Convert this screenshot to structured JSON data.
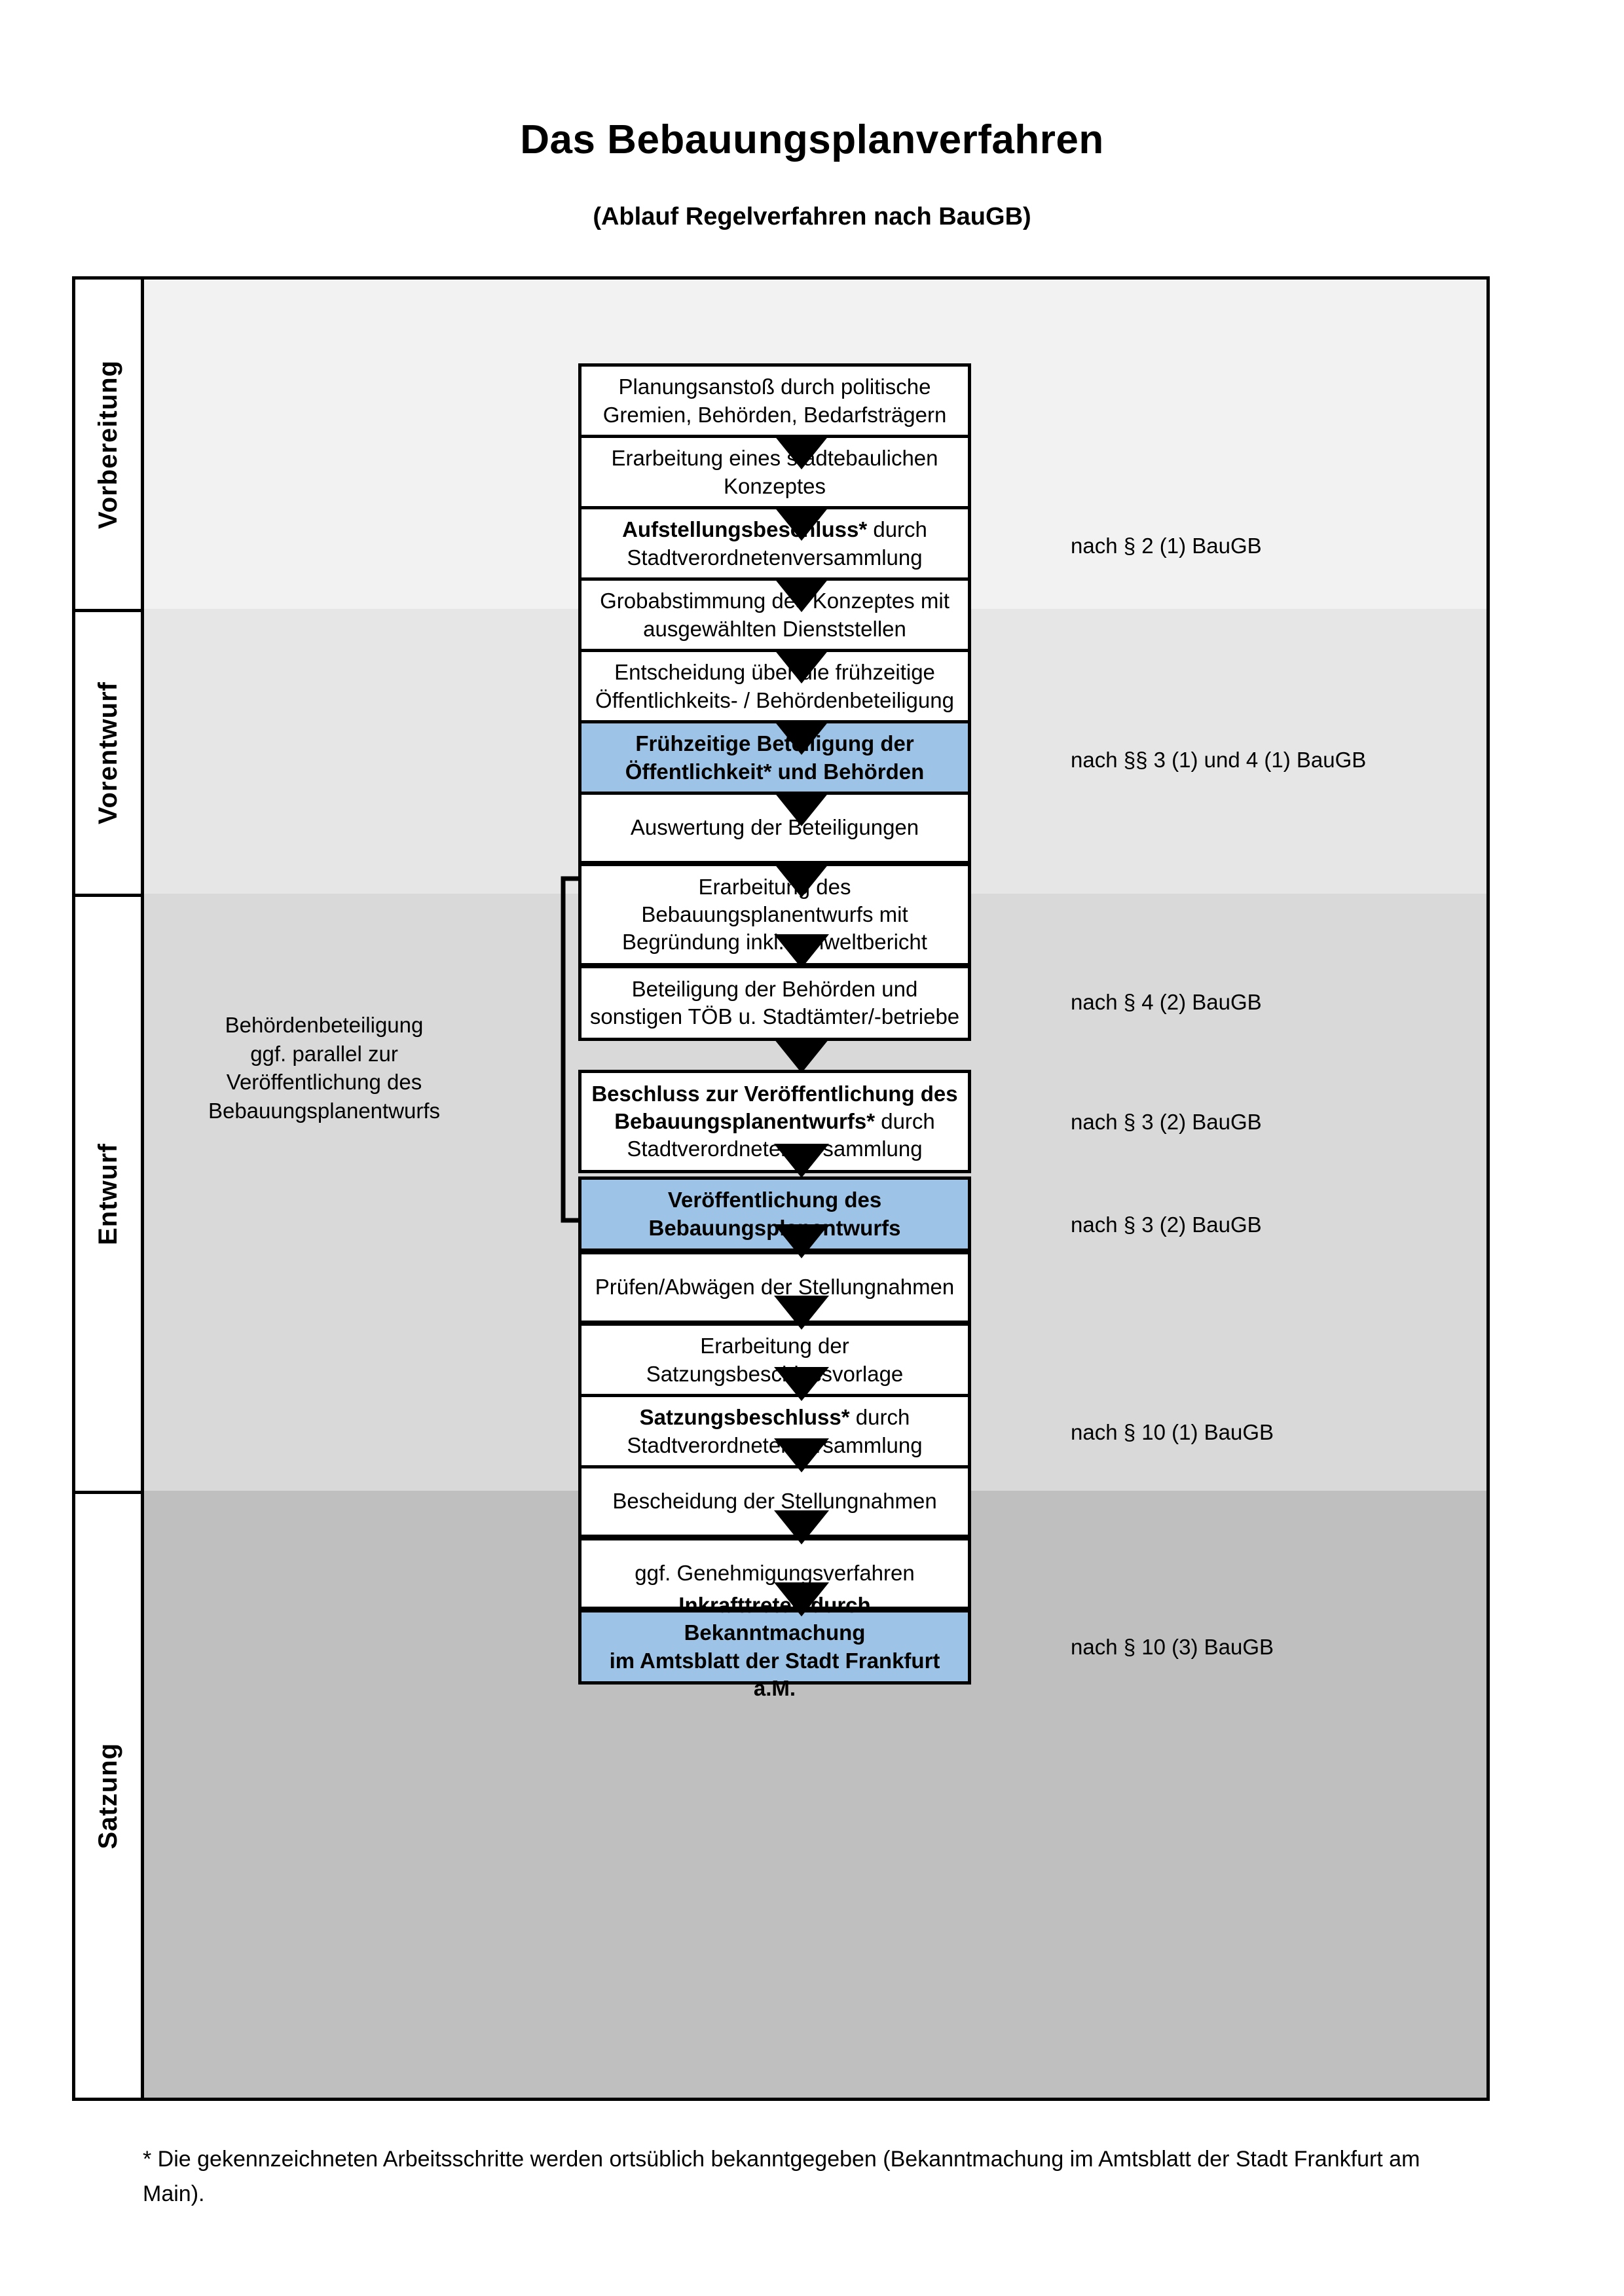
{
  "title": "Das Bebauungsplanverfahren",
  "subtitle": "(Ablauf Regelverfahren nach BauGB)",
  "colors": {
    "highlight_blue": "#9DC3E6",
    "band_vorbereitung": "#F2F2F2",
    "band_vorentwurf": "#E6E6E6",
    "band_entwurf": "#D9D9D9",
    "band_satzung": "#BFBFBF",
    "border": "#000000"
  },
  "sections": [
    {
      "label": "Vorbereitung",
      "band_color": "#F2F2F2"
    },
    {
      "label": "Vorentwurf",
      "band_color": "#E6E6E6"
    },
    {
      "label": "Entwurf",
      "band_color": "#D9D9D9"
    },
    {
      "label": "Satzung",
      "band_color": "#BFBFBF"
    }
  ],
  "steps": [
    {
      "id": "planungsanstoss",
      "section": "Vorbereitung",
      "highlight": false,
      "lines": [
        "Planungsanstoß durch politische",
        "Gremien, Behörden, Bedarfsträgern"
      ],
      "bold_prefix": ""
    },
    {
      "id": "konzept",
      "section": "Vorbereitung",
      "highlight": false,
      "lines": [
        "Erarbeitung eines städtebaulichen",
        "Konzeptes"
      ],
      "bold_prefix": ""
    },
    {
      "id": "aufstellungsbeschluss",
      "section": "Vorbereitung",
      "highlight": false,
      "lines": [
        "Aufstellungsbeschluss* durch",
        "Stadtverordnetenversammlung"
      ],
      "bold_prefix": "Aufstellungsbeschluss*"
    },
    {
      "id": "grobabstimmung",
      "section": "Vorentwurf",
      "highlight": false,
      "lines": [
        "Grobabstimmung des Konzeptes mit",
        "ausgewählten Dienststellen"
      ],
      "bold_prefix": ""
    },
    {
      "id": "entscheidung-beteiligung",
      "section": "Vorentwurf",
      "highlight": false,
      "lines": [
        "Entscheidung über die frühzeitige",
        "Öffentlichkeits- / Behördenbeteiligung"
      ],
      "bold_prefix": ""
    },
    {
      "id": "fruehzeitige-beteiligung",
      "section": "Vorentwurf",
      "highlight": true,
      "lines": [
        "Frühzeitige Beteiligung der",
        "Öffentlichkeit* und Behörden"
      ],
      "bold_prefix": ""
    },
    {
      "id": "auswertung",
      "section": "Entwurf",
      "highlight": false,
      "lines": [
        "Auswertung der Beteiligungen"
      ],
      "bold_prefix": ""
    },
    {
      "id": "erarbeitung-entwurf",
      "section": "Entwurf",
      "highlight": false,
      "lines": [
        "Erarbeitung des",
        "Bebauungsplanentwurfs mit",
        "Begründung inkl. Umweltbericht"
      ],
      "bold_prefix": ""
    },
    {
      "id": "beteiligung-behoerden",
      "section": "Entwurf",
      "highlight": false,
      "lines": [
        "Beteiligung der Behörden und",
        "sonstigen TÖB u. Stadtämter/-betriebe"
      ],
      "bold_prefix": ""
    },
    {
      "id": "beschluss-veroeffentlichung",
      "section": "Entwurf",
      "highlight": false,
      "lines": [
        "Beschluss zur Veröffentlichung des",
        "Bebauungsplanentwurfs* durch",
        "Stadtverordnetenversammlung"
      ],
      "bold_prefix": "Beschluss zur Veröffentlichung des Bebauungsplanentwurfs*"
    },
    {
      "id": "veroeffentlichung",
      "section": "Entwurf",
      "highlight": true,
      "lines": [
        "Veröffentlichung des",
        "Bebauungsplanentwurfs"
      ],
      "bold_prefix": ""
    },
    {
      "id": "pruefen-abwaegen",
      "section": "Satzung",
      "highlight": false,
      "lines": [
        "Prüfen/Abwägen der Stellungnahmen"
      ],
      "bold_prefix": ""
    },
    {
      "id": "satzungsbeschlussvorlage",
      "section": "Satzung",
      "highlight": false,
      "lines": [
        "Erarbeitung der",
        "Satzungsbeschlussvorlage"
      ],
      "bold_prefix": ""
    },
    {
      "id": "satzungsbeschluss",
      "section": "Satzung",
      "highlight": false,
      "lines": [
        "Satzungsbeschluss* durch",
        "Stadtverordnetenversammlung"
      ],
      "bold_prefix": "Satzungsbeschluss*"
    },
    {
      "id": "bescheidung",
      "section": "Satzung",
      "highlight": false,
      "lines": [
        "Bescheidung der Stellungnahmen"
      ],
      "bold_prefix": ""
    },
    {
      "id": "genehmigungsverfahren",
      "section": "Satzung",
      "highlight": false,
      "lines": [
        "ggf. Genehmigungsverfahren"
      ],
      "bold_prefix": ""
    },
    {
      "id": "inkrafttreten",
      "section": "Satzung",
      "highlight": true,
      "lines": [
        "Inkrafttreten durch Bekanntmachung",
        "im Amtsblatt der Stadt Frankfurt a.M."
      ],
      "bold_prefix": "Inkrafttreten"
    }
  ],
  "annotations": [
    {
      "id": "anno-par2",
      "text": "nach § 2 (1) BauGB",
      "for_step": "aufstellungsbeschluss"
    },
    {
      "id": "anno-par3-4",
      "text": "nach §§ 3 (1) und 4 (1) BauGB",
      "for_step": "fruehzeitige-beteiligung"
    },
    {
      "id": "anno-par4-2",
      "text": "nach § 4 (2) BauGB",
      "for_step": "beteiligung-behoerden"
    },
    {
      "id": "anno-par3-2a",
      "text": "nach § 3 (2) BauGB",
      "for_step": "beschluss-veroeffentlichung"
    },
    {
      "id": "anno-par3-2b",
      "text": "nach § 3 (2) BauGB",
      "for_step": "veroeffentlichung"
    },
    {
      "id": "anno-par10-1",
      "text": "nach § 10 (1) BauGB",
      "for_step": "satzungsbeschluss"
    },
    {
      "id": "anno-par10-3",
      "text": "nach § 10 (3) BauGB",
      "for_step": "inkrafttreten"
    }
  ],
  "side_note": {
    "lines": [
      "Behördenbeteiligung",
      "ggf. parallel zur",
      "Veröffentlichung des",
      "Bebauungsplanentwurfs"
    ]
  },
  "footnote": "* Die gekennzeichneten Arbeitsschritte werden ortsüblich bekanntgegeben (Bekanntmachung im Amtsblatt  der Stadt Frankfurt am Main)."
}
